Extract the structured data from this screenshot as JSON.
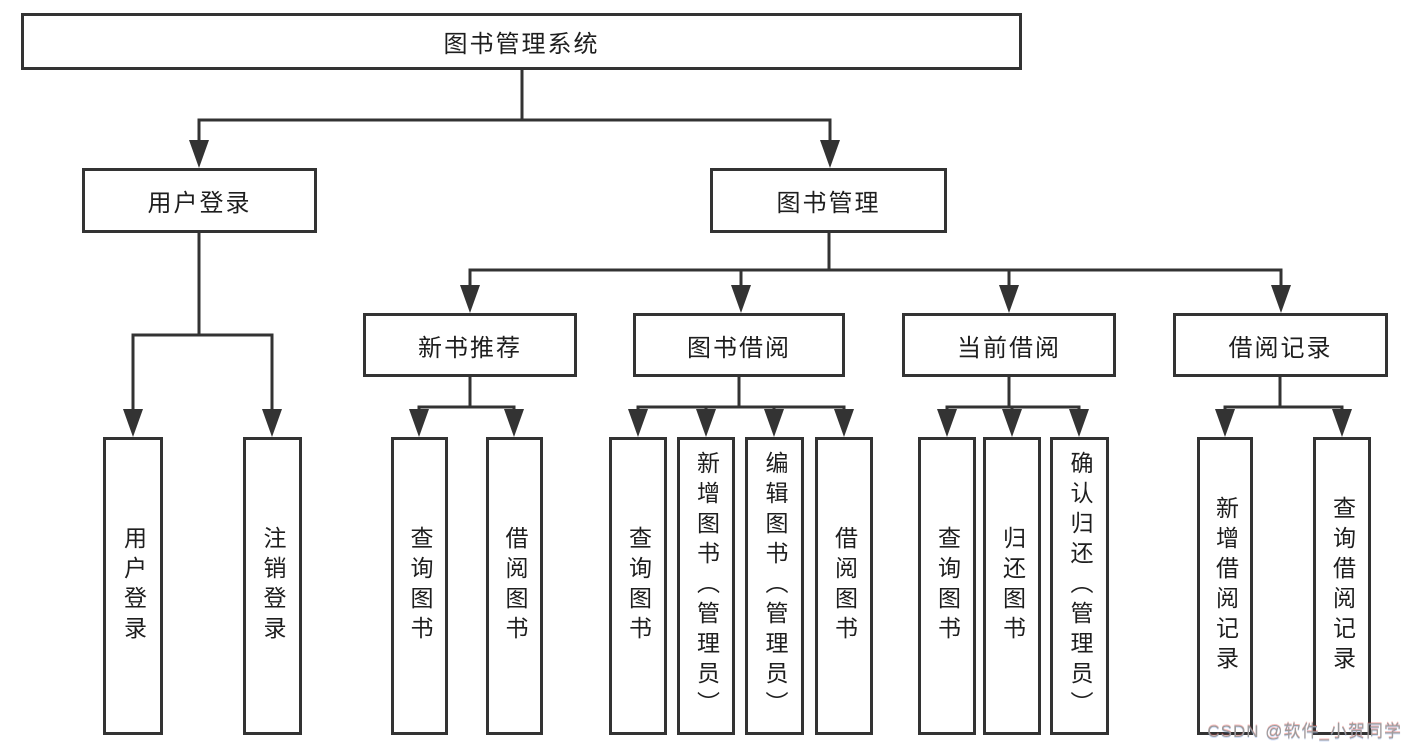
{
  "diagram_title": "图书管理系统",
  "tree": {
    "label": "图书管理系统",
    "children": [
      {
        "label": "用户登录",
        "children": [
          {
            "label": "用户登录"
          },
          {
            "label": "注销登录"
          }
        ]
      },
      {
        "label": "图书管理",
        "children": [
          {
            "label": "新书推荐",
            "children": [
              {
                "label": "查询图书"
              },
              {
                "label": "借阅图书"
              }
            ]
          },
          {
            "label": "图书借阅",
            "children": [
              {
                "label": "查询图书"
              },
              {
                "label": "新增图书（管理员）"
              },
              {
                "label": "编辑图书（管理员）"
              },
              {
                "label": "借阅图书"
              }
            ]
          },
          {
            "label": "当前借阅",
            "children": [
              {
                "label": "查询图书"
              },
              {
                "label": "归还图书"
              },
              {
                "label": "确认归还（管理员）"
              }
            ]
          },
          {
            "label": "借阅记录",
            "children": [
              {
                "label": "新增借阅记录"
              },
              {
                "label": "查询借阅记录"
              }
            ]
          }
        ]
      }
    ]
  },
  "watermark": "CSDN @软件_小贺同学",
  "colors": {
    "line": "#333333",
    "background": "#ffffff",
    "watermark_text": "#9c9c9c"
  }
}
